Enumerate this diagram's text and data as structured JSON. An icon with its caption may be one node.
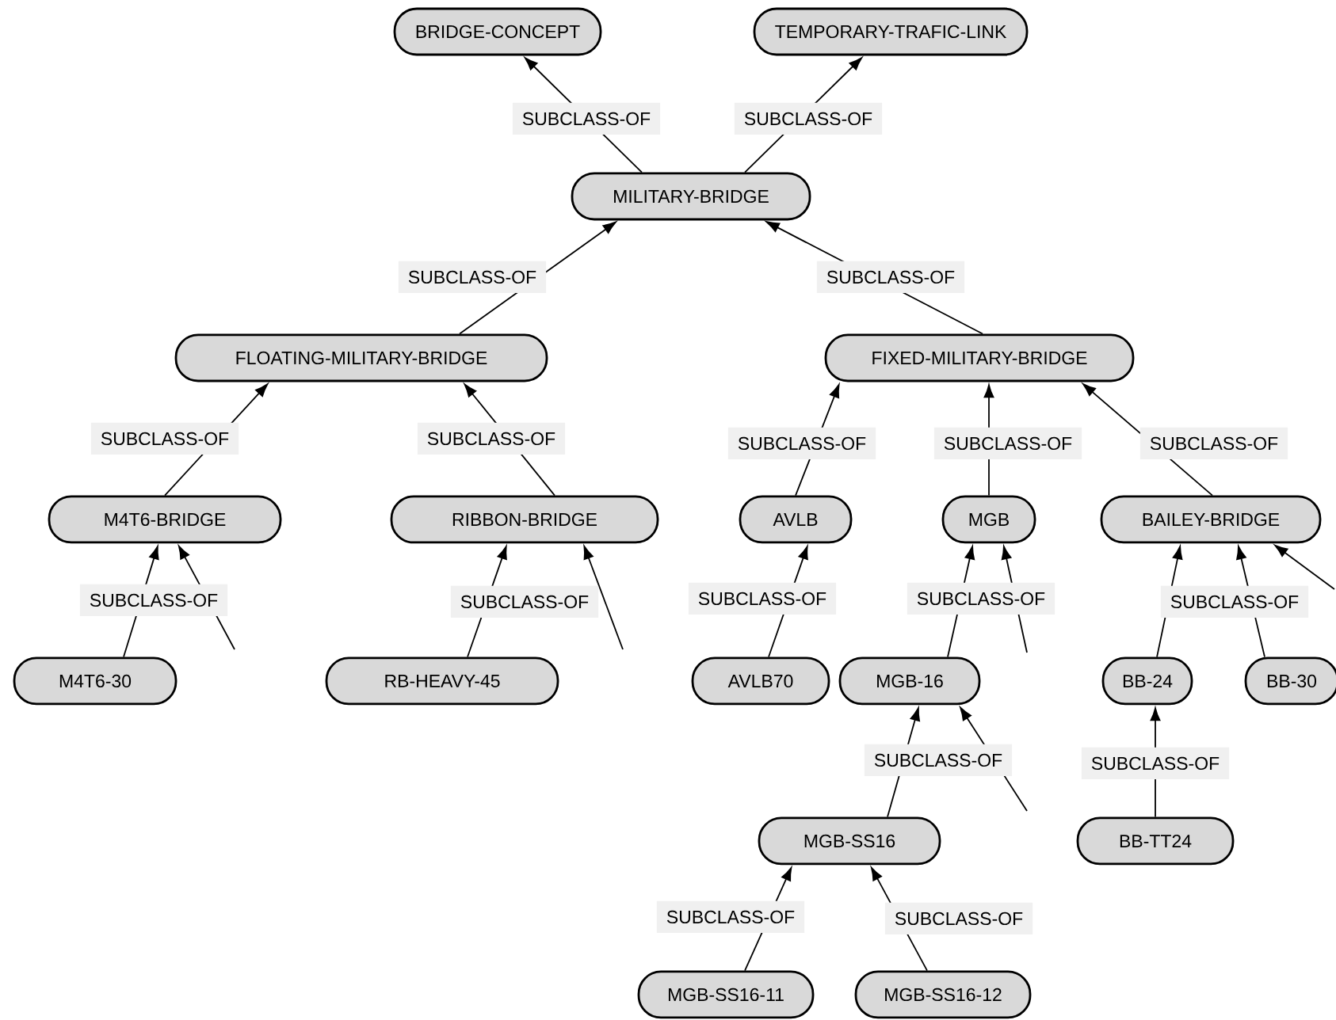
{
  "diagram": {
    "nodes": [
      {
        "text": [
          "BRIDGE-CONCEPT"
        ]
      },
      {
        "text": [
          "TEMPORARY-TRAFIC-LINK"
        ]
      },
      {
        "text": [
          "MILITARY-BRIDGE"
        ]
      },
      {
        "text": [
          "FLOATING-MILITARY-BRIDGE"
        ]
      },
      {
        "text": [
          "FIXED-MILITARY-BRIDGE"
        ]
      },
      {
        "text": [
          "M4T6-BRIDGE"
        ]
      },
      {
        "text": [
          "RIBBON-BRIDGE"
        ]
      },
      {
        "text": [
          "AVLB"
        ]
      },
      {
        "text": [
          "MGB"
        ]
      },
      {
        "text": [
          "BAILEY-BRIDGE"
        ]
      },
      {
        "text": [
          "M4T6-30"
        ]
      },
      {
        "text": [
          "RB-HEAVY-45"
        ]
      },
      {
        "text": [
          "AVLB70"
        ]
      },
      {
        "text": [
          "MGB-16"
        ]
      },
      {
        "text": [
          "BB-24"
        ]
      },
      {
        "text": [
          "BB-30"
        ]
      },
      {
        "text": [
          "MGB-SS16"
        ]
      },
      {
        "text": [
          "BB-TT24"
        ]
      },
      {
        "text": [
          "MGB-SS16-11"
        ]
      },
      {
        "text": [
          "MGB-SS16-12"
        ]
      }
    ],
    "edges": [
      {
        "from": 2,
        "to": 0,
        "arrow": "to",
        "label": "SUBCLASS-OF"
      },
      {
        "from": 2,
        "to": 1,
        "arrow": "to",
        "label": "SUBCLASS-OF"
      },
      {
        "from": 3,
        "to": 2,
        "arrow": "to",
        "label": "SUBCLASS-OF"
      },
      {
        "from": 4,
        "to": 2,
        "arrow": "to",
        "label": "SUBCLASS-OF"
      },
      {
        "from": 5,
        "to": 3,
        "arrow": "to",
        "label": "SUBCLASS-OF"
      },
      {
        "from": 6,
        "to": 3,
        "arrow": "to",
        "label": "SUBCLASS-OF"
      },
      {
        "from": 7,
        "to": 4,
        "arrow": "to",
        "label": "SUBCLASS-OF"
      },
      {
        "from": 8,
        "to": 4,
        "arrow": "to",
        "label": "SUBCLASS-OF"
      },
      {
        "from": 9,
        "to": 4,
        "arrow": "to",
        "label": "SUBCLASS-OF"
      },
      {
        "from": 10,
        "to": 5,
        "arrow": "to",
        "label": "SUBCLASS-OF"
      },
      {
        "from": 11,
        "to": 6,
        "arrow": "to",
        "label": "SUBCLASS-OF"
      },
      {
        "from": 12,
        "to": 7,
        "arrow": "to",
        "label": "SUBCLASS-OF"
      },
      {
        "from": 13,
        "to": 8,
        "arrow": "to",
        "label": "SUBCLASS-OF"
      },
      {
        "from": 14,
        "to": 9,
        "arrow": "to",
        "label": "SUBCLASS-OF"
      },
      {
        "from": 15,
        "to": 9,
        "arrow": "to"
      },
      {
        "from": 16,
        "to": 13,
        "arrow": "to",
        "label": "SUBCLASS-OF"
      },
      {
        "from": 17,
        "to": 14,
        "arrow": "to",
        "label": "SUBCLASS-OF"
      },
      {
        "from": 18,
        "to": 16,
        "arrow": "to",
        "label": "SUBCLASS-OF"
      },
      {
        "from": 19,
        "to": 16,
        "arrow": "to",
        "label": "SUBCLASS-OF"
      },
      {
        "from": null,
        "to": 5,
        "arrow": "to"
      },
      {
        "from": null,
        "to": 6,
        "arrow": "to"
      },
      {
        "from": null,
        "to": 8,
        "arrow": "to"
      },
      {
        "from": null,
        "to": 9,
        "arrow": "to"
      },
      {
        "from": null,
        "to": 13,
        "arrow": "to"
      }
    ]
  }
}
